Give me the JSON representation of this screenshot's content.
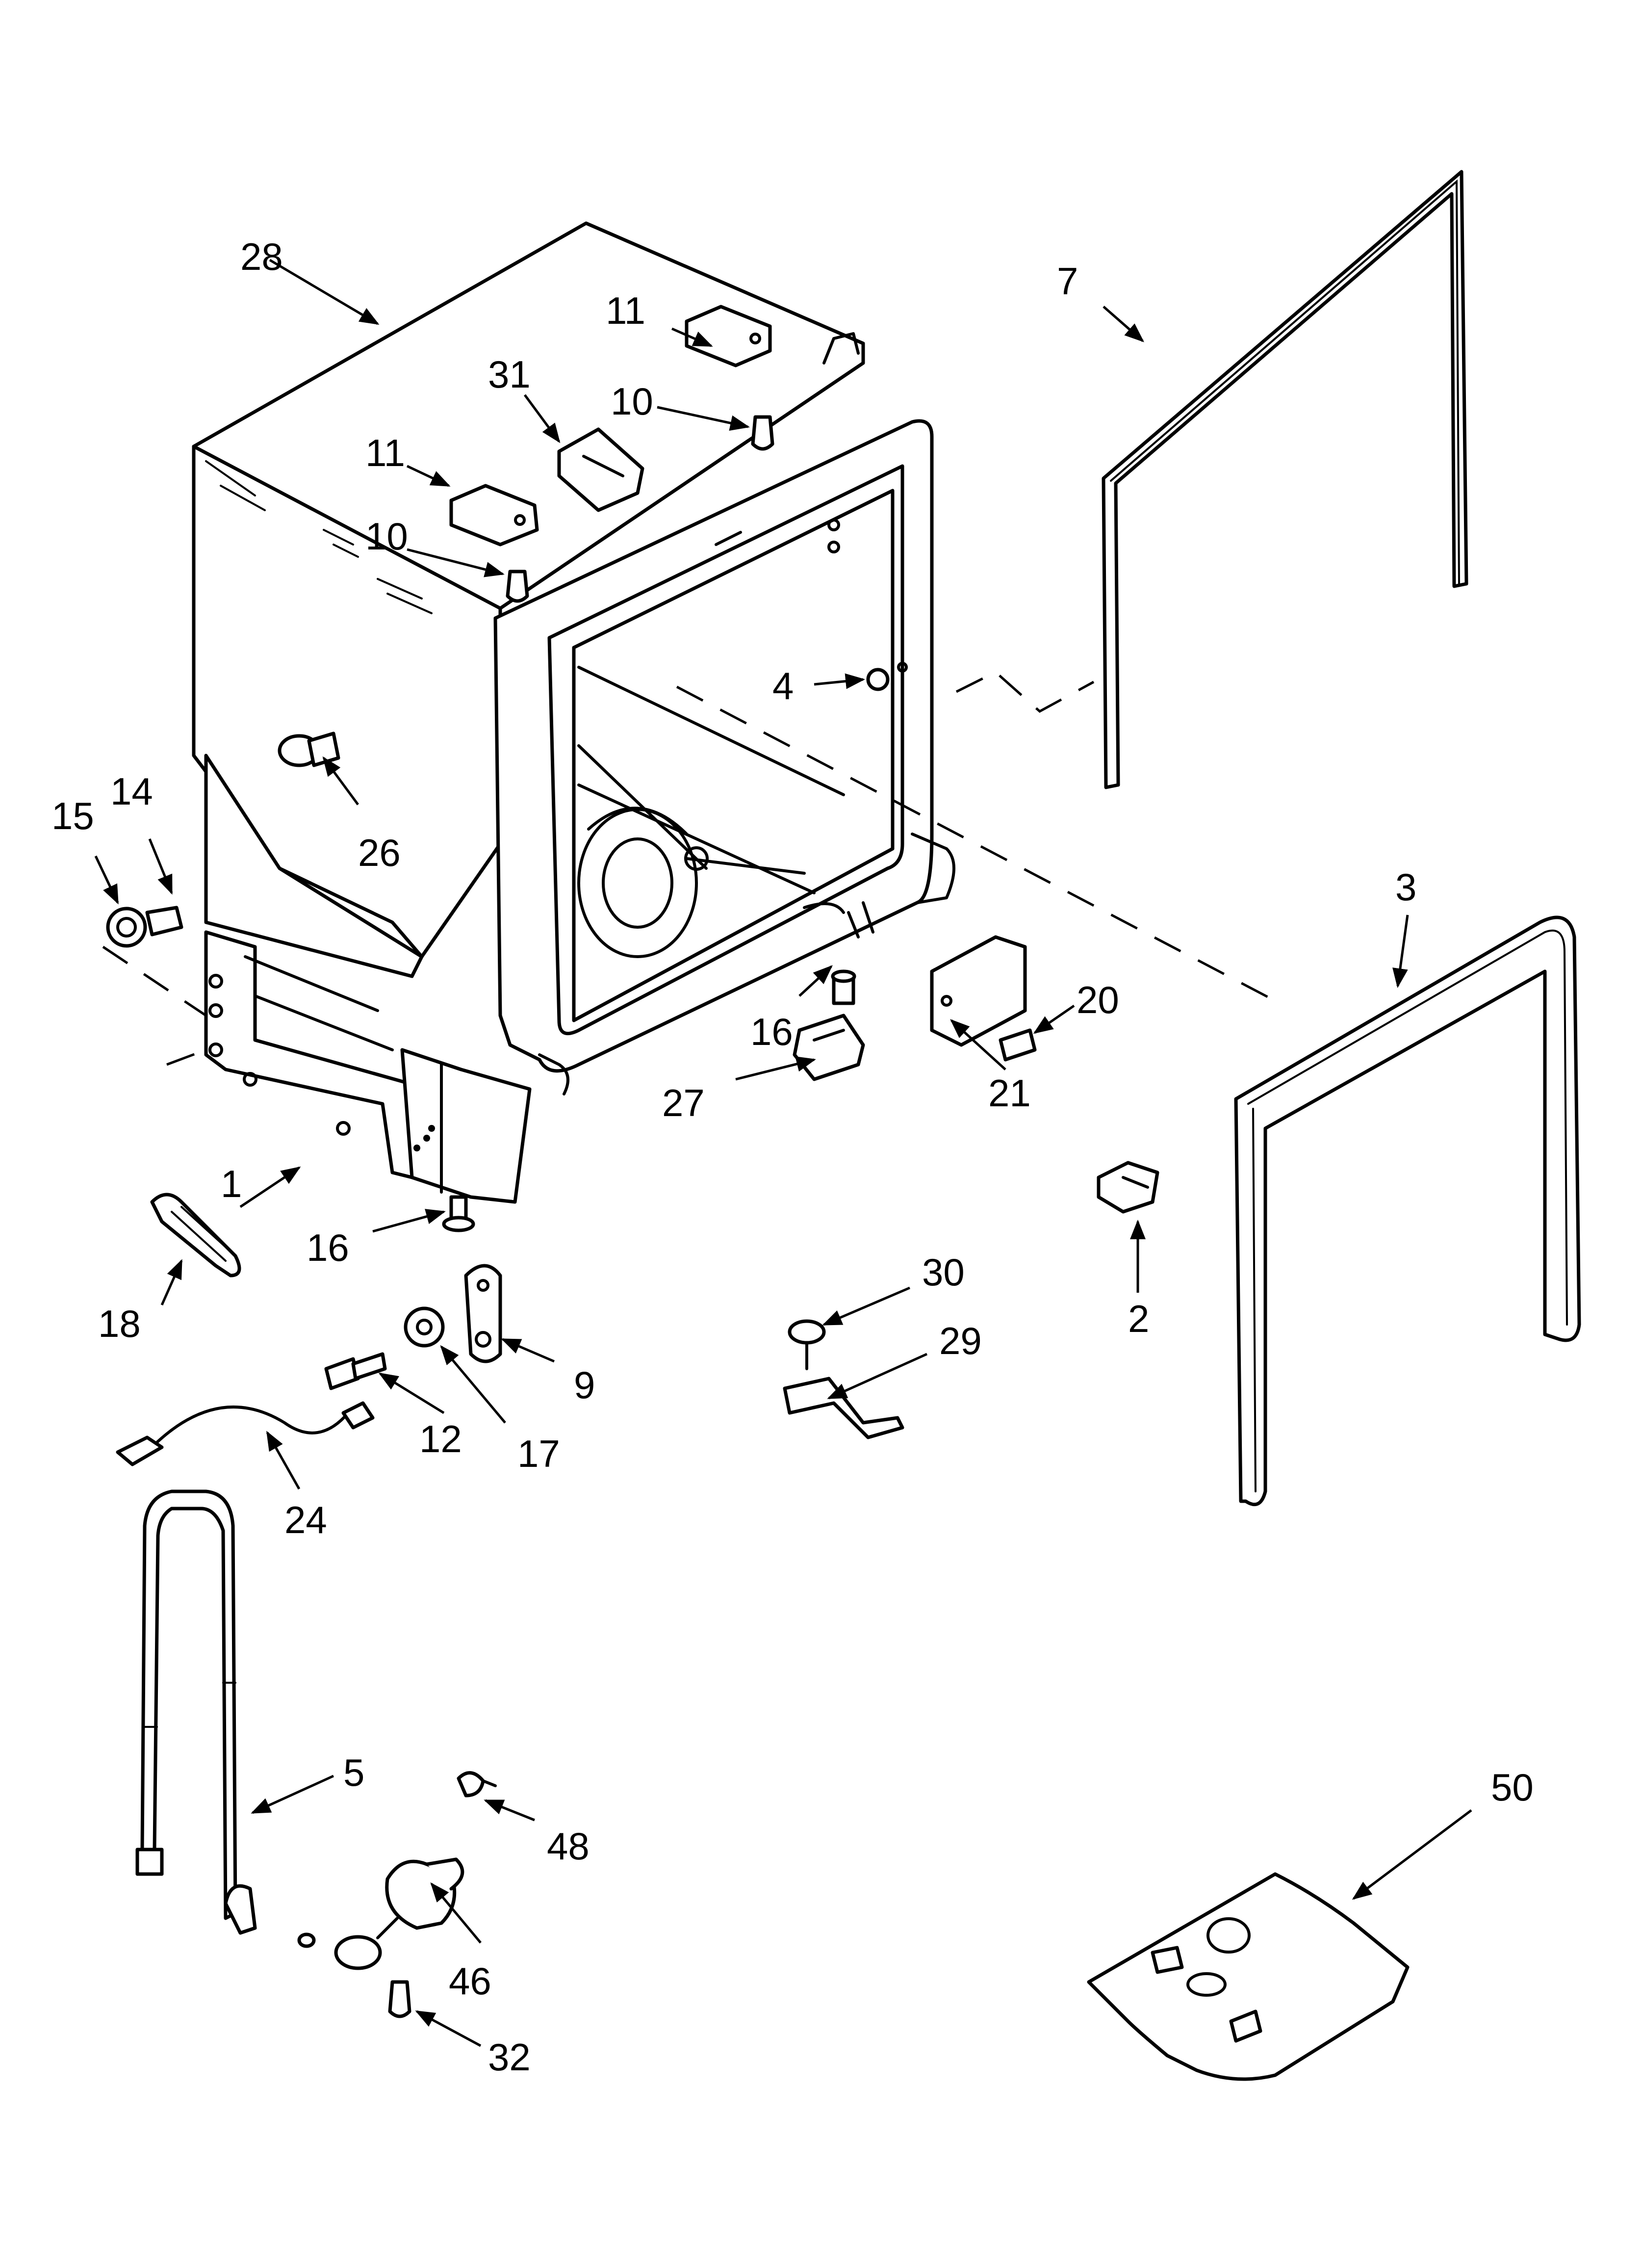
{
  "callouts": [
    {
      "id": "c28",
      "label": "28"
    },
    {
      "id": "c7",
      "label": "7"
    },
    {
      "id": "c11a",
      "label": "11"
    },
    {
      "id": "c10a",
      "label": "10"
    },
    {
      "id": "c31",
      "label": "31"
    },
    {
      "id": "c11b",
      "label": "11"
    },
    {
      "id": "c10b",
      "label": "10"
    },
    {
      "id": "c4",
      "label": "4"
    },
    {
      "id": "c26",
      "label": "26"
    },
    {
      "id": "c15",
      "label": "15"
    },
    {
      "id": "c14",
      "label": "14"
    },
    {
      "id": "c3",
      "label": "3"
    },
    {
      "id": "c20",
      "label": "20"
    },
    {
      "id": "c16a",
      "label": "16"
    },
    {
      "id": "c21",
      "label": "21"
    },
    {
      "id": "c27",
      "label": "27"
    },
    {
      "id": "c1",
      "label": "1"
    },
    {
      "id": "c16b",
      "label": "16"
    },
    {
      "id": "c18",
      "label": "18"
    },
    {
      "id": "c30",
      "label": "30"
    },
    {
      "id": "c2",
      "label": "2"
    },
    {
      "id": "c9",
      "label": "9"
    },
    {
      "id": "c29",
      "label": "29"
    },
    {
      "id": "c12",
      "label": "12"
    },
    {
      "id": "c17",
      "label": "17"
    },
    {
      "id": "c24",
      "label": "24"
    },
    {
      "id": "c5",
      "label": "5"
    },
    {
      "id": "c48",
      "label": "48"
    },
    {
      "id": "c50",
      "label": "50"
    },
    {
      "id": "c46",
      "label": "46"
    },
    {
      "id": "c32",
      "label": "32"
    }
  ]
}
